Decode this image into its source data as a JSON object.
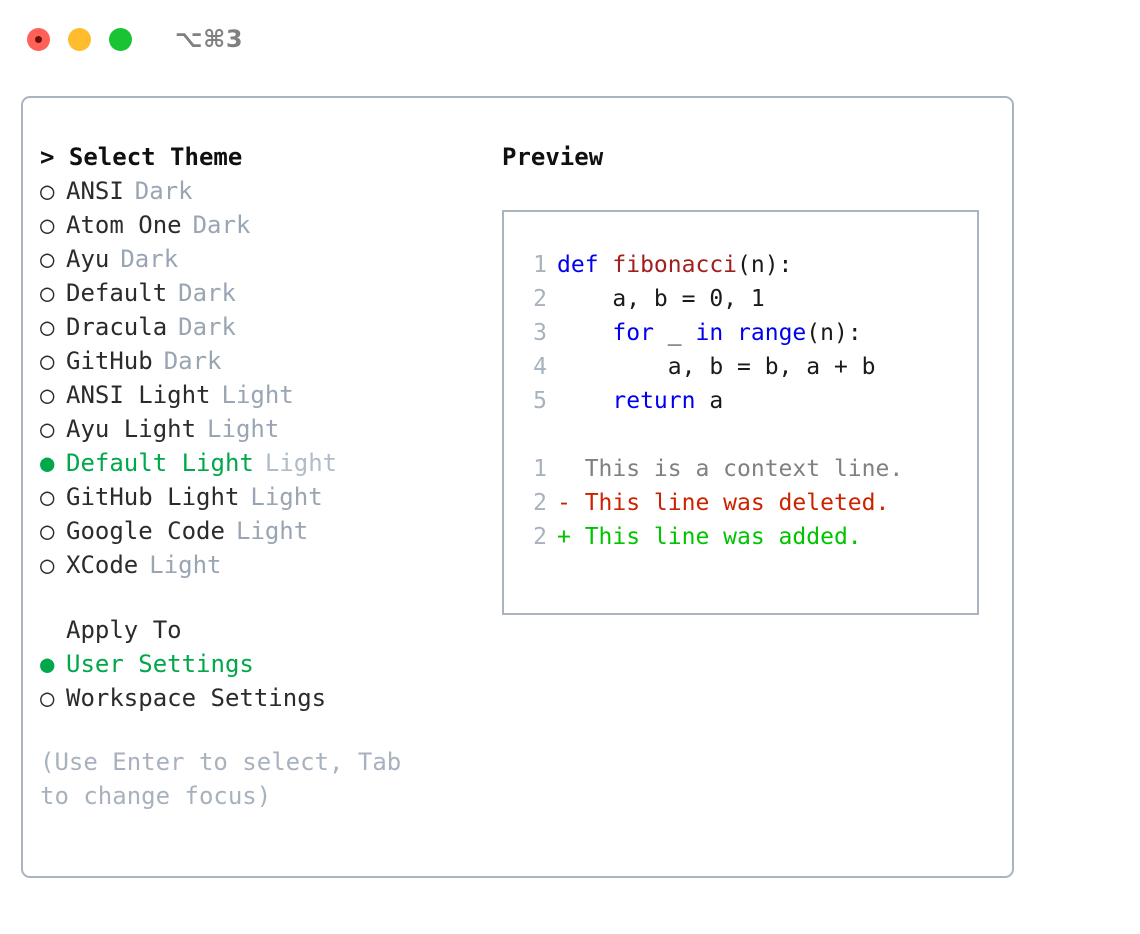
{
  "titlebar": {
    "shortcut": "⌥⌘3",
    "lights": [
      {
        "name": "close",
        "color": "#ff6159"
      },
      {
        "name": "minimize",
        "color": "#ffbd2e"
      },
      {
        "name": "maximize",
        "color": "#1ac334"
      }
    ]
  },
  "theme_picker": {
    "header": "> Select Theme",
    "marker_selected": "●",
    "marker_unselected": "○",
    "accent_color": "#00a84a",
    "options": [
      {
        "marker": "○",
        "label": "ANSI",
        "tag": "Dark",
        "selected": false
      },
      {
        "marker": "○",
        "label": "Atom One",
        "tag": "Dark",
        "selected": false
      },
      {
        "marker": "○",
        "label": "Ayu",
        "tag": "Dark",
        "selected": false
      },
      {
        "marker": "○",
        "label": "Default",
        "tag": "Dark",
        "selected": false
      },
      {
        "marker": "○",
        "label": "Dracula",
        "tag": "Dark",
        "selected": false
      },
      {
        "marker": "○",
        "label": "GitHub",
        "tag": "Dark",
        "selected": false
      },
      {
        "marker": "○",
        "label": "ANSI Light",
        "tag": "Light",
        "selected": false
      },
      {
        "marker": "○",
        "label": "Ayu Light",
        "tag": "Light",
        "selected": false
      },
      {
        "marker": "●",
        "label": "Default Light",
        "tag": "Light",
        "selected": true
      },
      {
        "marker": "○",
        "label": "GitHub Light",
        "tag": "Light",
        "selected": false
      },
      {
        "marker": "○",
        "label": "Google Code",
        "tag": "Light",
        "selected": false
      },
      {
        "marker": "○",
        "label": "XCode",
        "tag": "Light",
        "selected": false
      }
    ]
  },
  "apply_to": {
    "title": "Apply To",
    "options": [
      {
        "marker": "●",
        "label": "User Settings",
        "selected": true
      },
      {
        "marker": "○",
        "label": "Workspace Settings",
        "selected": false
      }
    ]
  },
  "hint": "(Use Enter to select, Tab to change focus)",
  "preview": {
    "header": "Preview",
    "code_lines": [
      {
        "num": "1",
        "tokens": [
          {
            "t": "def ",
            "c": "kw"
          },
          {
            "t": "fibonacci",
            "c": "fn"
          },
          {
            "t": "(n):",
            "c": "pln"
          }
        ]
      },
      {
        "num": "2",
        "tokens": [
          {
            "t": "    a, b = 0, 1",
            "c": "pln"
          }
        ]
      },
      {
        "num": "3",
        "tokens": [
          {
            "t": "    ",
            "c": "pln"
          },
          {
            "t": "for ",
            "c": "kw"
          },
          {
            "t": "_ ",
            "c": "pln"
          },
          {
            "t": "in ",
            "c": "kw"
          },
          {
            "t": "range",
            "c": "kw"
          },
          {
            "t": "(n):",
            "c": "pln"
          }
        ]
      },
      {
        "num": "4",
        "tokens": [
          {
            "t": "        a, b = b, a + b",
            "c": "pln"
          }
        ]
      },
      {
        "num": "5",
        "tokens": [
          {
            "t": "    ",
            "c": "pln"
          },
          {
            "t": "return ",
            "c": "kw"
          },
          {
            "t": "a",
            "c": "pln"
          }
        ]
      }
    ],
    "diff_lines": [
      {
        "num": "1",
        "text": "  This is a context line.",
        "kind": "diff-ctx"
      },
      {
        "num": "2",
        "text": "- This line was deleted.",
        "kind": "diff-del"
      },
      {
        "num": "2",
        "text": "+ This line was added.",
        "kind": "diff-add"
      }
    ],
    "colors": {
      "keyword": "#0000ee",
      "function": "#a02020",
      "plain": "#1a1a1a",
      "lineno": "#a8b2be",
      "diff_context": "#808080",
      "diff_deleted": "#cc2200",
      "diff_added": "#00c400",
      "border": "#aab4c0"
    }
  }
}
